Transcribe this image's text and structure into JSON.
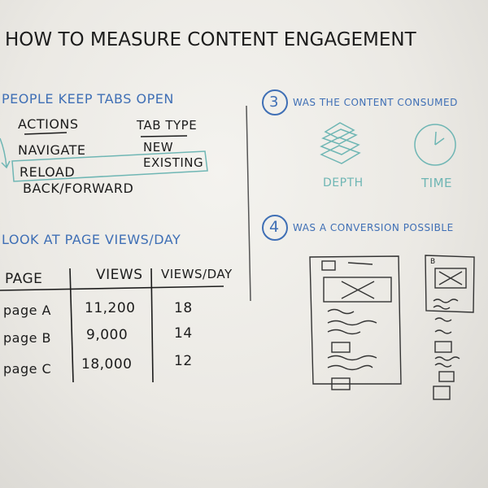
{
  "title": "HOW TO MEASURE CONTENT ENGAGEMENT",
  "section2": {
    "heading": "PEOPLE KEEP TABS OPEN",
    "actions_header": "ACTIONS",
    "tabtype_header": "TAB TYPE",
    "actions": [
      "NAVIGATE",
      "RELOAD",
      "BACK/FORWARD"
    ],
    "tab_types": [
      "NEW",
      "EXISTING"
    ]
  },
  "section_views": {
    "heading": "LOOK AT PAGE VIEWS/DAY",
    "columns": [
      "PAGE",
      "VIEWS",
      "VIEWS/DAY"
    ],
    "rows": [
      [
        "page A",
        "11,200",
        "18"
      ],
      [
        "page B",
        "9,000",
        "14"
      ],
      [
        "page C",
        "18,000",
        "12"
      ]
    ]
  },
  "section3": {
    "number": "3",
    "heading": "WAS THE CONTENT CONSUMED",
    "depth_label": "DEPTH",
    "time_label": "TIME"
  },
  "section4": {
    "number": "4",
    "heading": "WAS A CONVERSION POSSIBLE",
    "mobile_logo": "B"
  },
  "colors": {
    "ink_black": "#1c1c1c",
    "ink_blue": "#3f6fb5",
    "ink_teal": "#6fb6b4"
  }
}
